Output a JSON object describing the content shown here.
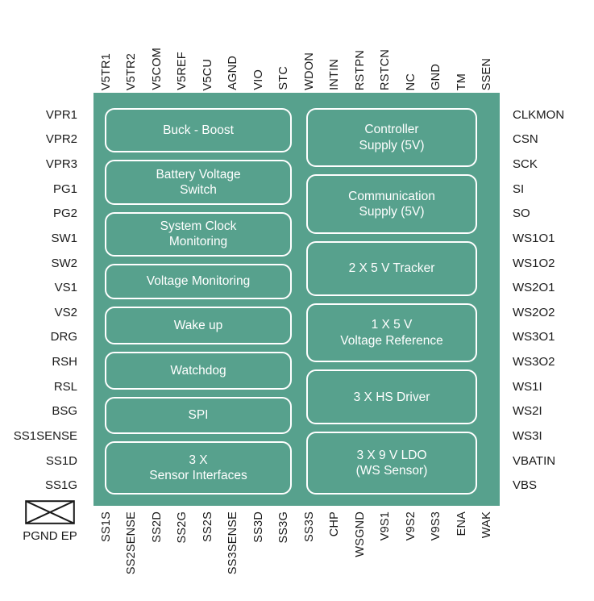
{
  "colors": {
    "chip_fill": "#57a18d",
    "block_border": "#ffffff",
    "block_text": "#ffffff",
    "pin_text": "#1a1a1a",
    "page_background": "#ffffff"
  },
  "chip": {
    "left_column_blocks": [
      {
        "lines": [
          "Buck - Boost"
        ]
      },
      {
        "lines": [
          "Battery Voltage",
          "Switch"
        ]
      },
      {
        "lines": [
          "System Clock",
          "Monitoring"
        ]
      },
      {
        "lines": [
          "Voltage Monitoring"
        ]
      },
      {
        "lines": [
          "Wake up"
        ]
      },
      {
        "lines": [
          "Watchdog"
        ]
      },
      {
        "lines": [
          "SPI"
        ]
      },
      {
        "lines": [
          "3 X",
          "Sensor Interfaces"
        ]
      }
    ],
    "right_column_blocks": [
      {
        "lines": [
          "Controller",
          "Supply (5V)"
        ]
      },
      {
        "lines": [
          "Communication",
          "Supply (5V)"
        ]
      },
      {
        "lines": [
          "2 X 5 V Tracker"
        ]
      },
      {
        "lines": [
          "1 X 5 V",
          "Voltage Reference"
        ]
      },
      {
        "lines": [
          "3 X HS Driver"
        ]
      },
      {
        "lines": [
          "3 X 9 V LDO",
          "(WS Sensor)"
        ]
      }
    ]
  },
  "pins": {
    "top": [
      "V5TR1",
      "V5TR2",
      "V5COM",
      "V5REF",
      "V5CU",
      "AGND",
      "VIO",
      "STC",
      "WDON",
      "INTIN",
      "RSTPN",
      "RSTCN",
      "NC",
      "GND",
      "TM",
      "SSEN"
    ],
    "bottom": [
      "SS1S",
      "SS2SENSE",
      "SS2D",
      "SS2G",
      "SS2S",
      "SS3SENSE",
      "SS3D",
      "SS3G",
      "SS3S",
      "CHP",
      "WSGND",
      "V9S1",
      "V9S2",
      "V9S3",
      "ENA",
      "WAK"
    ],
    "left": [
      "VPR1",
      "VPR2",
      "VPR3",
      "PG1",
      "PG2",
      "SW1",
      "SW2",
      "VS1",
      "VS2",
      "DRG",
      "RSH",
      "RSL",
      "BSG",
      "SS1SENSE",
      "SS1D",
      "SS1G"
    ],
    "right": [
      "CLKMON",
      "CSN",
      "SCK",
      "SI",
      "SO",
      "WS1O1",
      "WS1O2",
      "WS2O1",
      "WS2O2",
      "WS3O1",
      "WS3O2",
      "WS1I",
      "WS2I",
      "WS3I",
      "VBATIN",
      "VBS"
    ]
  },
  "exposed_pad": {
    "label": "PGND EP",
    "symbol": "crossed-rectangle-icon"
  }
}
